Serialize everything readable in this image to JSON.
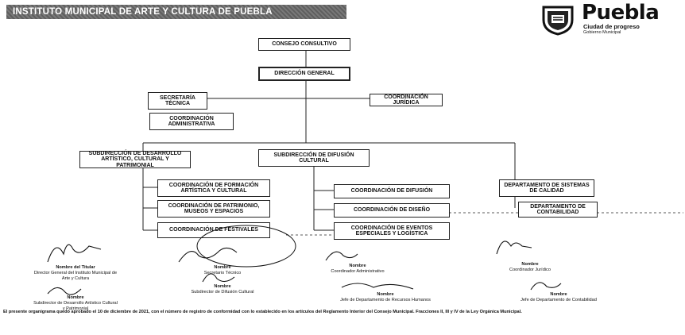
{
  "header": {
    "banner_title": "INSTITUTO MUNICIPAL DE ARTE Y CULTURA DE PUEBLA",
    "logo": {
      "name": "Puebla",
      "tagline": "Ciudad de progreso",
      "sub": "Gobierno Municipal"
    }
  },
  "org": {
    "top1": "CONSEJO CONSULTIVO",
    "top2": "DIRECCIÓN GENERAL",
    "left_a": "SECRETARÍA TÉCNICA",
    "left_b": "COORDINACIÓN ADMINISTRATIVA",
    "right_a": "COORDINACIÓN JURÍDICA",
    "dir1": "SUBDIRECCIÓN DE DESARROLLO ARTÍSTICO, CULTURAL Y PATRIMONIAL",
    "dir2": "SUBDIRECCIÓN DE DIFUSIÓN CULTURAL",
    "dir1_children": [
      "COORDINACIÓN DE FORMACIÓN ARTÍSTICA Y CULTURAL",
      "COORDINACIÓN DE PATRIMONIO, MUSEOS Y ESPACIOS",
      "COORDINACIÓN DE FESTIVALES"
    ],
    "dir2_children": [
      "COORDINACIÓN DE DIFUSIÓN",
      "COORDINACIÓN DE DISEÑO",
      "COORDINACIÓN DE EVENTOS ESPECIALES Y LOGÍSTICA"
    ],
    "dir3_children": [
      "DEPARTAMENTO DE SISTEMAS DE CALIDAD",
      "DEPARTAMENTO DE CONTABILIDAD"
    ]
  },
  "signatures": [
    {
      "name": "Nombre del Titular",
      "position": "Director General del Instituto Municipal de Arte y Cultura"
    },
    {
      "name": "Nombre",
      "position": "Secretario Técnico"
    },
    {
      "name": "Nombre",
      "position": "Subdirector de Desarrollo Artístico Cultural y Patrimonial"
    },
    {
      "name": "Nombre",
      "position": "Subdirector de Difusión Cultural"
    },
    {
      "name": "Nombre",
      "position": "Coordinador Administrativo"
    },
    {
      "name": "Nombre",
      "position": "Jefe de Departamento de Recursos Humanos"
    },
    {
      "name": "Nombre",
      "position": "Coordinador Jurídico"
    },
    {
      "name": "Nombre",
      "position": "Jefe de Departamento de Contabilidad"
    }
  ],
  "footer_text": "El presente organigrama quedó aprobado el 10 de diciembre de 2021, con el número de registro de conformidad con lo establecido en los artículos del Reglamento Interior del Consejo Municipal. Fracciones II, III y IV de la Ley Orgánica Municipal."
}
